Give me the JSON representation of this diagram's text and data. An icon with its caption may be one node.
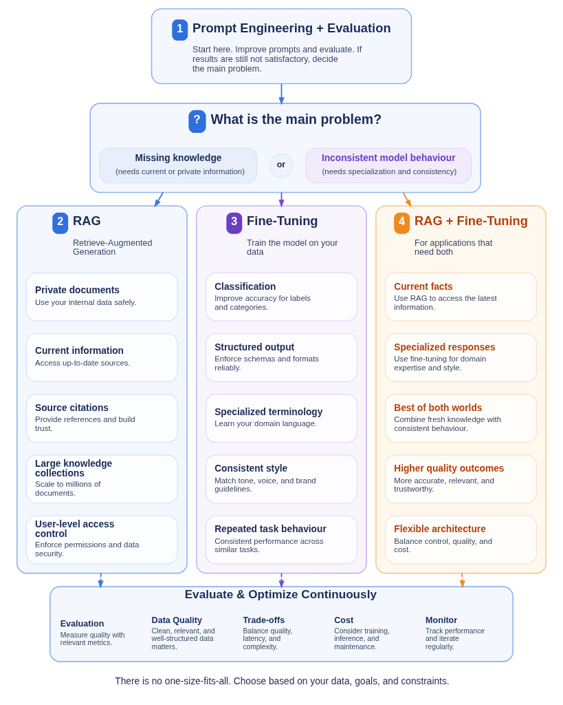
{
  "diagram": {
    "nodes": [
      {
        "text": [
          "1",
          "Prompt Engineering + Evaluation",
          "Start here. Improve prompts and evaluate. If results are still not satisfactory, decide the main problem."
        ]
      },
      {
        "text": [
          "?",
          "What is the main problem?"
        ]
      },
      {
        "text": [
          "Missing knowledge",
          "(needs current or private information)"
        ],
        "in": 1
      },
      {
        "text": [
          "or"
        ],
        "in": 1
      },
      {
        "text": [
          "Inconsistent model behaviour",
          "(needs specialization and consistency)"
        ],
        "in": 1
      },
      {
        "text": [
          "2",
          "RAG",
          "Retrieve-Augmented Generation"
        ]
      },
      {
        "text": [
          "Private documents",
          "Use your internal data safely."
        ],
        "in": 5
      },
      {
        "text": [
          "Current information",
          "Access up-to-date sources."
        ],
        "in": 5
      },
      {
        "text": [
          "Source citations",
          "Provide references and build trust."
        ],
        "in": 5
      },
      {
        "text": [
          "Large knowledge collections",
          "Scale to millions of documents."
        ],
        "in": 5
      },
      {
        "text": [
          "User-level access control",
          "Enforce permissions and data security."
        ],
        "in": 5
      },
      {
        "text": [
          "3",
          "Fine-Tuning",
          "Train the model on your data"
        ]
      },
      {
        "text": [
          "Classification",
          "Improve accuracy for labels and categories."
        ],
        "in": 11
      },
      {
        "text": [
          "Structured output",
          "Enforce schemas and formats reliably."
        ],
        "in": 11
      },
      {
        "text": [
          "Specialized terminology",
          "Learn your domain language."
        ],
        "in": 11
      },
      {
        "text": [
          "Consistent style",
          "Match tone, voice, and brand guidelines."
        ],
        "in": 11
      },
      {
        "text": [
          "Repeated task behaviour",
          "Consistent performance across similar tasks."
        ],
        "in": 11
      },
      {
        "text": [
          "4",
          "RAG + Fine-Tuning",
          "For applications that need both"
        ]
      },
      {
        "text": [
          "Current facts",
          "Use RAG to access the latest information."
        ],
        "in": 17
      },
      {
        "text": [
          "Specialized responses",
          "Use fine-tuning for domain expertise and style."
        ],
        "in": 17
      },
      {
        "text": [
          "Best of both worlds",
          "Combine fresh knowledge with consistent behaviour."
        ],
        "in": 17
      },
      {
        "text": [
          "Higher quality outcomes",
          "More accurate, relevant, and trustworthy."
        ],
        "in": 17
      },
      {
        "text": [
          "Flexible architecture",
          "Balance control, quality, and cost."
        ],
        "in": 17
      },
      {
        "text": [
          "Evaluate & Optimize Continuously"
        ]
      },
      {
        "text": [
          "Evaluation",
          "Measure quality with relevant metrics."
        ],
        "in": 23
      },
      {
        "text": [
          "Data Quality",
          "Clean, relevant, and well-structured data matters."
        ],
        "in": 23
      },
      {
        "text": [
          "Trade-offs",
          "Balance quality, latency, and complexity."
        ],
        "in": 23
      },
      {
        "text": [
          "Cost",
          "Consider training, inference, and maintenance."
        ],
        "in": 23
      },
      {
        "text": [
          "Monitor",
          "Track performance and iterate regularly."
        ],
        "in": 23
      }
    ],
    "edges": [
      {
        "from": 0,
        "to": 1,
        "arrow": "to"
      },
      {
        "from": 1,
        "to": 5,
        "arrow": "to"
      },
      {
        "from": 1,
        "to": 11,
        "arrow": "to",
        "color": "#7b4fd0"
      },
      {
        "from": 1,
        "to": 17,
        "arrow": "to",
        "color": "#f08c2a"
      },
      {
        "from": 5,
        "to": 23,
        "arrow": "to",
        "style": "dashed"
      },
      {
        "from": 11,
        "to": 23,
        "arrow": "to",
        "style": "dashed",
        "color": "#7b4fd0"
      },
      {
        "from": 17,
        "to": 23,
        "arrow": "to",
        "style": "dashed",
        "color": "#f08c2a"
      }
    ],
    "labels": [
      "There is no one-size-fits-all. Choose based on your data, goals, and constraints."
    ]
  }
}
